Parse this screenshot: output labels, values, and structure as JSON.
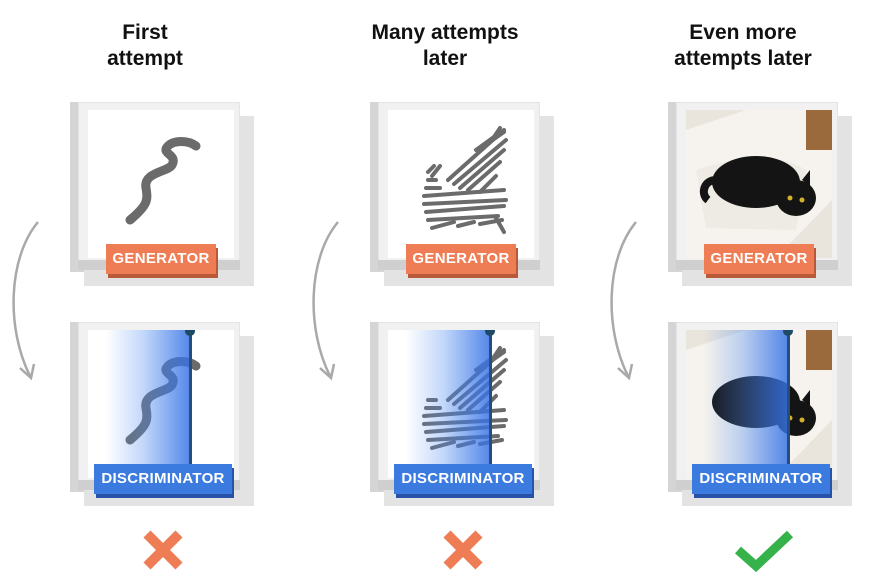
{
  "columns": [
    {
      "heading": "First\nattempt",
      "generator_label": "GENERATOR",
      "discriminator_label": "DISCRIMINATOR",
      "result": "cross-icon",
      "image": "squiggle"
    },
    {
      "heading": "Many attempts\nlater",
      "generator_label": "GENERATOR",
      "discriminator_label": "DISCRIMINATOR",
      "result": "cross-icon",
      "image": "cat-sketch"
    },
    {
      "heading": "Even more\nattempts later",
      "generator_label": "GENERATOR",
      "discriminator_label": "DISCRIMINATOR",
      "result": "checkmark-icon",
      "image": "cat-photo"
    }
  ],
  "colors": {
    "generator": "#ee7d55",
    "discriminator": "#3b7be0",
    "cross": "#ee7d55",
    "check": "#35b24a",
    "sketch": "#6b6b6b"
  }
}
